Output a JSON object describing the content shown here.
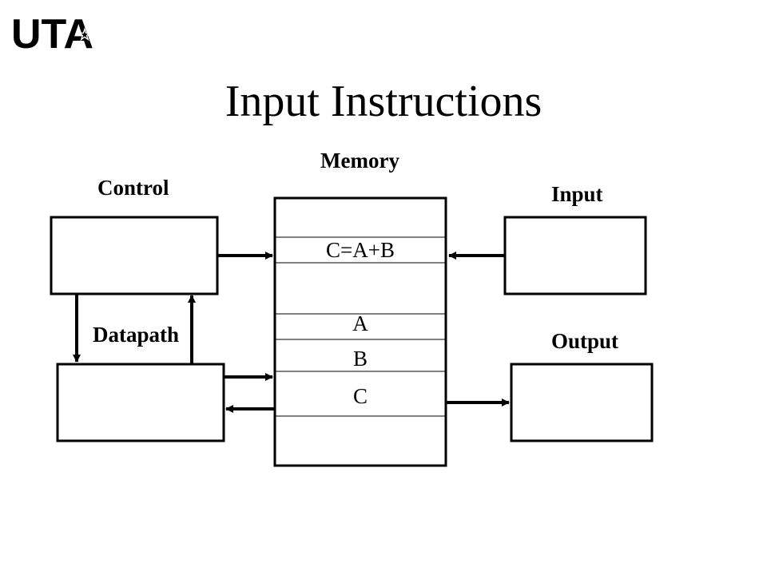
{
  "logo": {
    "text": "UTA",
    "star": "☆"
  },
  "slide": {
    "title": "Input Instructions"
  },
  "labels": {
    "memory": "Memory",
    "control": "Control",
    "input": "Input",
    "datapath": "Datapath",
    "output": "Output"
  },
  "memory_cells": {
    "instruction": "C=A+B",
    "a": "A",
    "b": "B",
    "c": "C"
  }
}
